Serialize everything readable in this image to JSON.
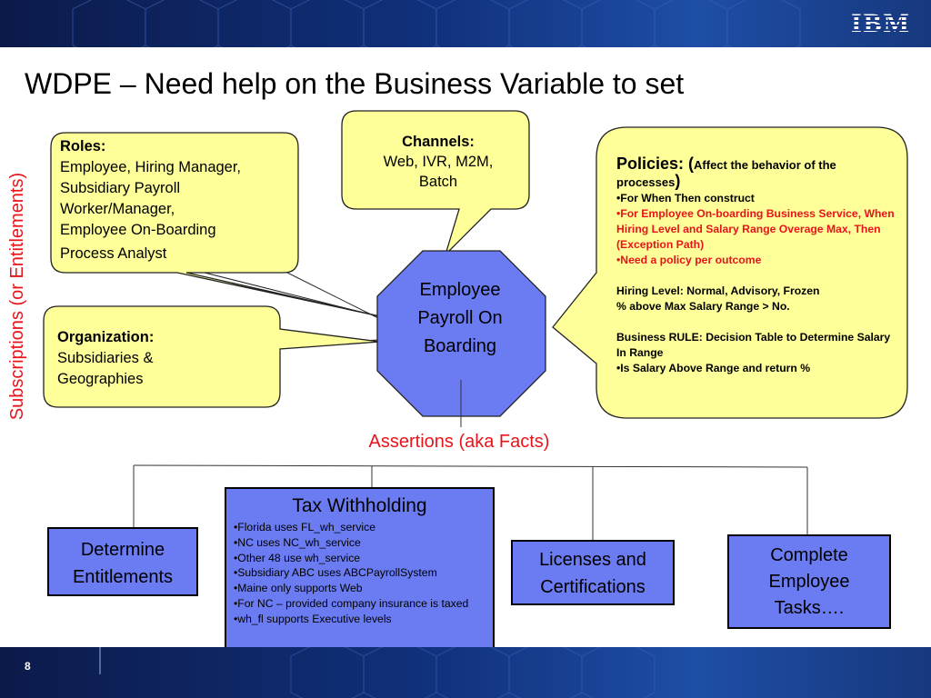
{
  "header": {
    "logo": "IBM"
  },
  "footer": {
    "page_number": "8"
  },
  "title": "WDPE – Need help on the Business Variable to set",
  "side_label": "Subscriptions (or Entitlements)",
  "roles": {
    "heading": "Roles:",
    "lines": [
      "Employee, Hiring Manager,",
      "Subsidiary Payroll",
      "Worker/Manager,",
      "Employee On-Boarding",
      "Process Analyst"
    ]
  },
  "organization": {
    "heading": "Organization:",
    "lines": [
      "Subsidiaries &",
      "Geographies"
    ]
  },
  "channels": {
    "heading": "Channels:",
    "lines": [
      "Web, IVR, M2M,",
      "Batch"
    ]
  },
  "policies": {
    "heading": "Policies: (",
    "heading_small": "Affect the behavior of the processes",
    "heading_close": ")",
    "lines": [
      {
        "text": "•For When Then construct",
        "color": "#000000"
      },
      {
        "text": "•For Employee On-boarding Business Service, When Hiring Level and Salary Range Overage Max, Then (Exception Path)",
        "color": "#e8141b"
      },
      {
        "text": "•Need a policy per outcome",
        "color": "#e8141b"
      },
      {
        "text": "",
        "color": "#000000"
      },
      {
        "text": "Hiring Level: Normal, Advisory, Frozen",
        "color": "#000000"
      },
      {
        "text": "% above Max Salary Range >  No.",
        "color": "#000000"
      },
      {
        "text": "",
        "color": "#000000"
      },
      {
        "text": "Business RULE: Decision Table to Determine Salary In Range",
        "color": "#000000"
      },
      {
        "text": "•Is Salary Above Range and return %",
        "color": "#000000"
      }
    ]
  },
  "center": {
    "lines": [
      "Employee",
      "Payroll On",
      "Boarding"
    ]
  },
  "assertions_label": "Assertions (aka Facts)",
  "boxes": {
    "determine": {
      "lines": [
        "Determine",
        "Entitlements"
      ]
    },
    "tax": {
      "title": "Tax Withholding",
      "items": [
        "•Florida uses FL_wh_service",
        "•NC uses NC_wh_service",
        "•Other 48 use wh_service",
        "•Subsidiary ABC uses ABCPayrollSystem",
        "•Maine only supports Web",
        "•For NC – provided company insurance is taxed",
        "•wh_fl supports Executive levels"
      ]
    },
    "licenses": {
      "lines": [
        "Licenses and",
        "Certifications"
      ]
    },
    "complete": {
      "lines": [
        "Complete",
        "Employee",
        "Tasks…."
      ]
    }
  },
  "colors": {
    "callout_fill": "#ffff99",
    "box_fill": "#6b7cf2",
    "accent_red": "#e8141b",
    "banner_dark": "#0c1a4a"
  }
}
